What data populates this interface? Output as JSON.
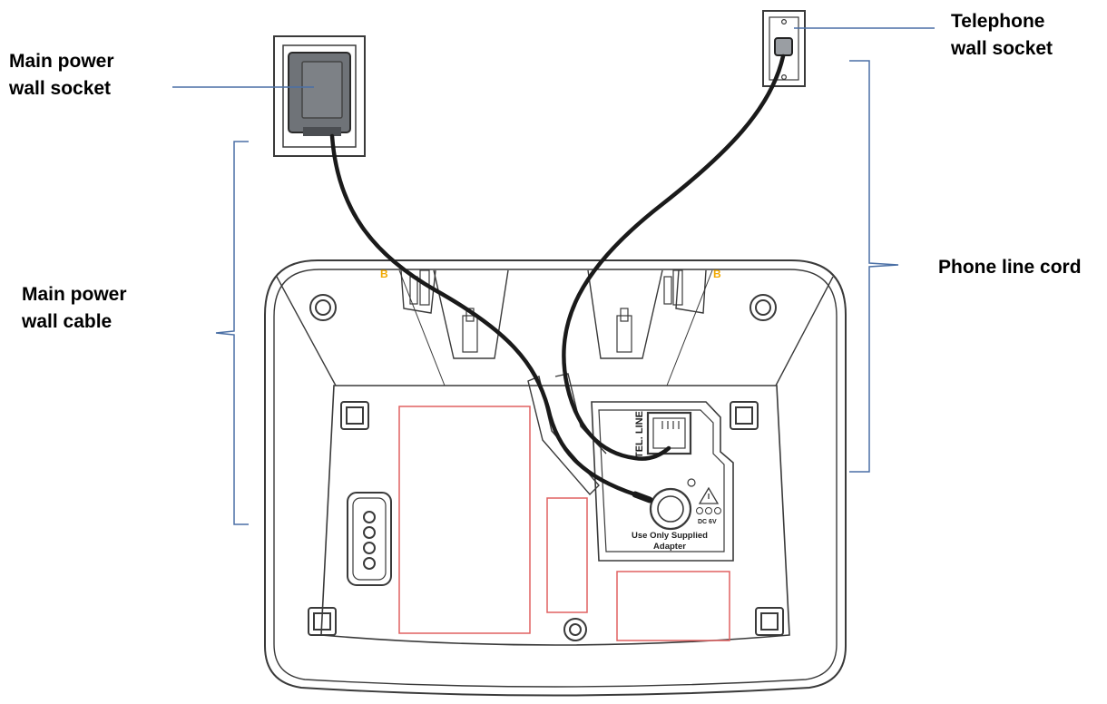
{
  "labels": {
    "main_power_socket": [
      "Main power",
      "wall socket"
    ],
    "telephone_socket": [
      "Telephone",
      "wall socket"
    ],
    "main_power_cable": [
      "Main power",
      "wall cable"
    ],
    "phone_line_cord": "Phone line cord"
  },
  "base_markings": {
    "line_port": "TEL. LINE",
    "adapter_notice": [
      "Use Only Supplied",
      "Adapter"
    ],
    "voltage": "DC 6V",
    "hook_marker": "B"
  },
  "colors": {
    "callout_line": "#4a6fa5",
    "outline": "#3a3a3a",
    "cable": "#1a1a1a",
    "adapter": "#6f7378",
    "label_area": "#e06060",
    "hook_marker": "#f2a900"
  }
}
